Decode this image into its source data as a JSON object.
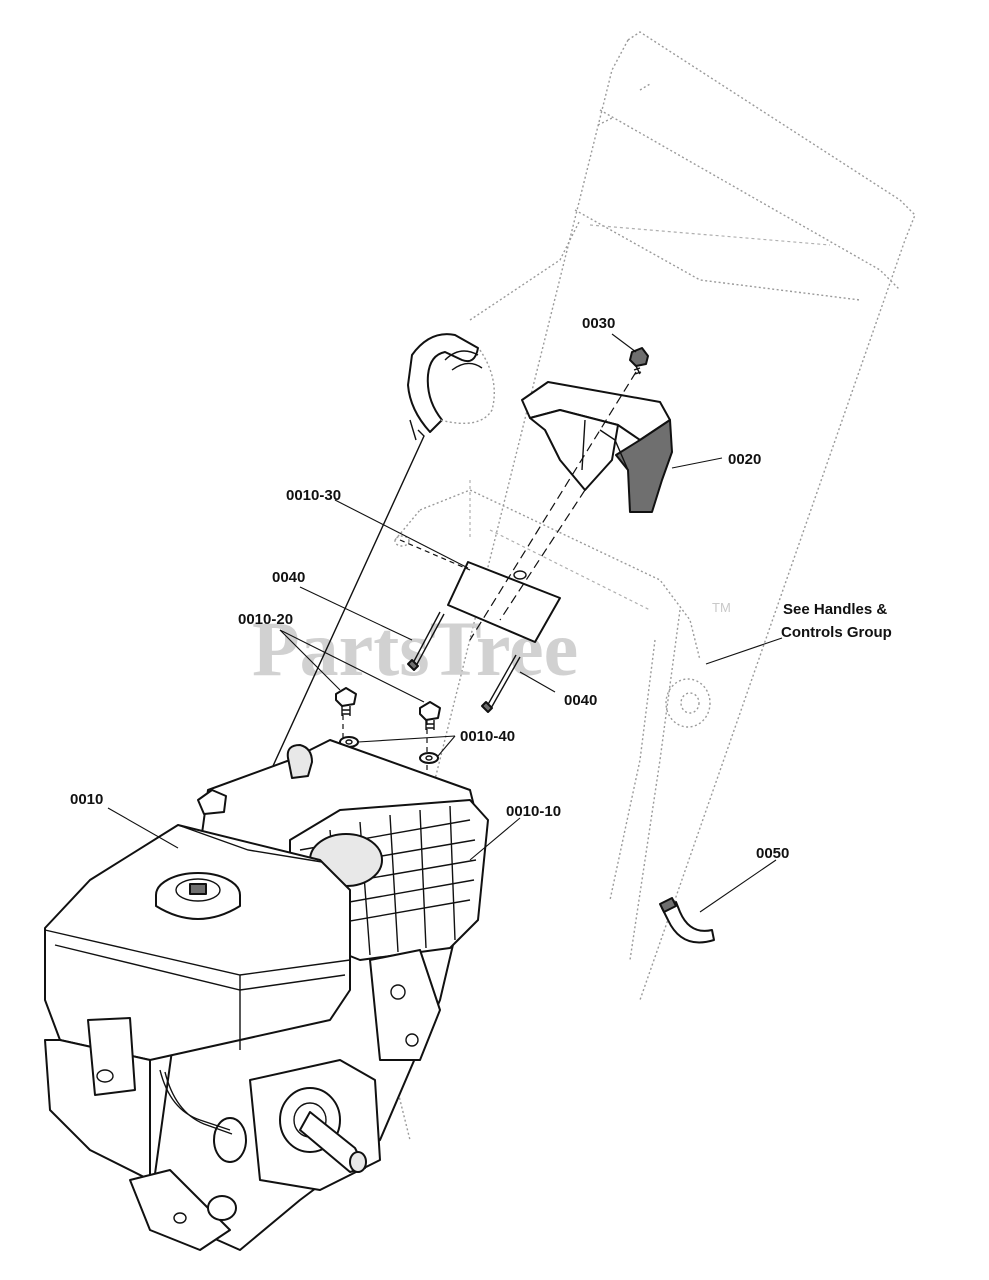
{
  "watermark": {
    "text": "PartsTree",
    "trademark": "TM"
  },
  "callouts": {
    "p0030": "0030",
    "p0020": "0020",
    "p0010_30": "0010-30",
    "p0040_a": "0040",
    "p0040_b": "0040",
    "p0010_20": "0010-20",
    "p0010_40": "0010-40",
    "p0010": "0010",
    "p0010_10": "0010-10",
    "p0050": "0050",
    "see_line1": "See Handles &",
    "see_line2": "Controls Group"
  }
}
